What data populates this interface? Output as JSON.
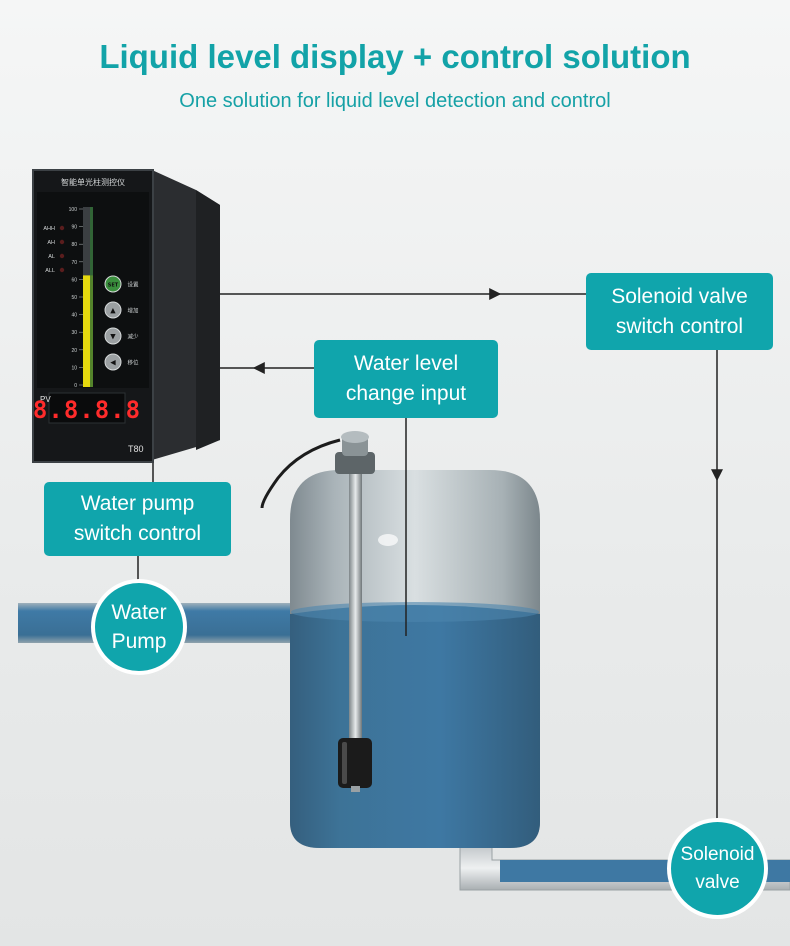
{
  "header": {
    "title": "Liquid level display + control solution",
    "subtitle": "One solution for liquid level detection and control"
  },
  "labels": {
    "solenoid_control": [
      "Solenoid valve",
      "switch control"
    ],
    "water_level_input": [
      "Water level",
      "change input"
    ],
    "pump_control": [
      "Water pump",
      "switch control"
    ],
    "water_pump": [
      "Water",
      "Pump"
    ],
    "solenoid_valve": [
      "Solenoid",
      "valve"
    ]
  },
  "device": {
    "top_text": "智能单光柱测控仪",
    "model": "T80",
    "pv_label": "PV",
    "display_value": "8.8.8.8",
    "alarm_labels": [
      "AHH",
      "AH",
      "AL",
      "ALL"
    ],
    "scale_ticks": [
      "100",
      "90",
      "80",
      "70",
      "60",
      "50",
      "40",
      "30",
      "20",
      "10",
      "0"
    ],
    "buttons": [
      {
        "icon": "SET",
        "label": "设置"
      },
      {
        "icon": "▲",
        "label": "增加"
      },
      {
        "icon": "▼",
        "label": "减少"
      },
      {
        "icon": "◀",
        "label": "移位"
      }
    ],
    "bar_level": 0.62
  },
  "colors": {
    "accent": "#10a5ac",
    "title": "#12a3a8",
    "pipe": "#3e78a3",
    "water": "#3e78a3",
    "line": "#222222"
  }
}
